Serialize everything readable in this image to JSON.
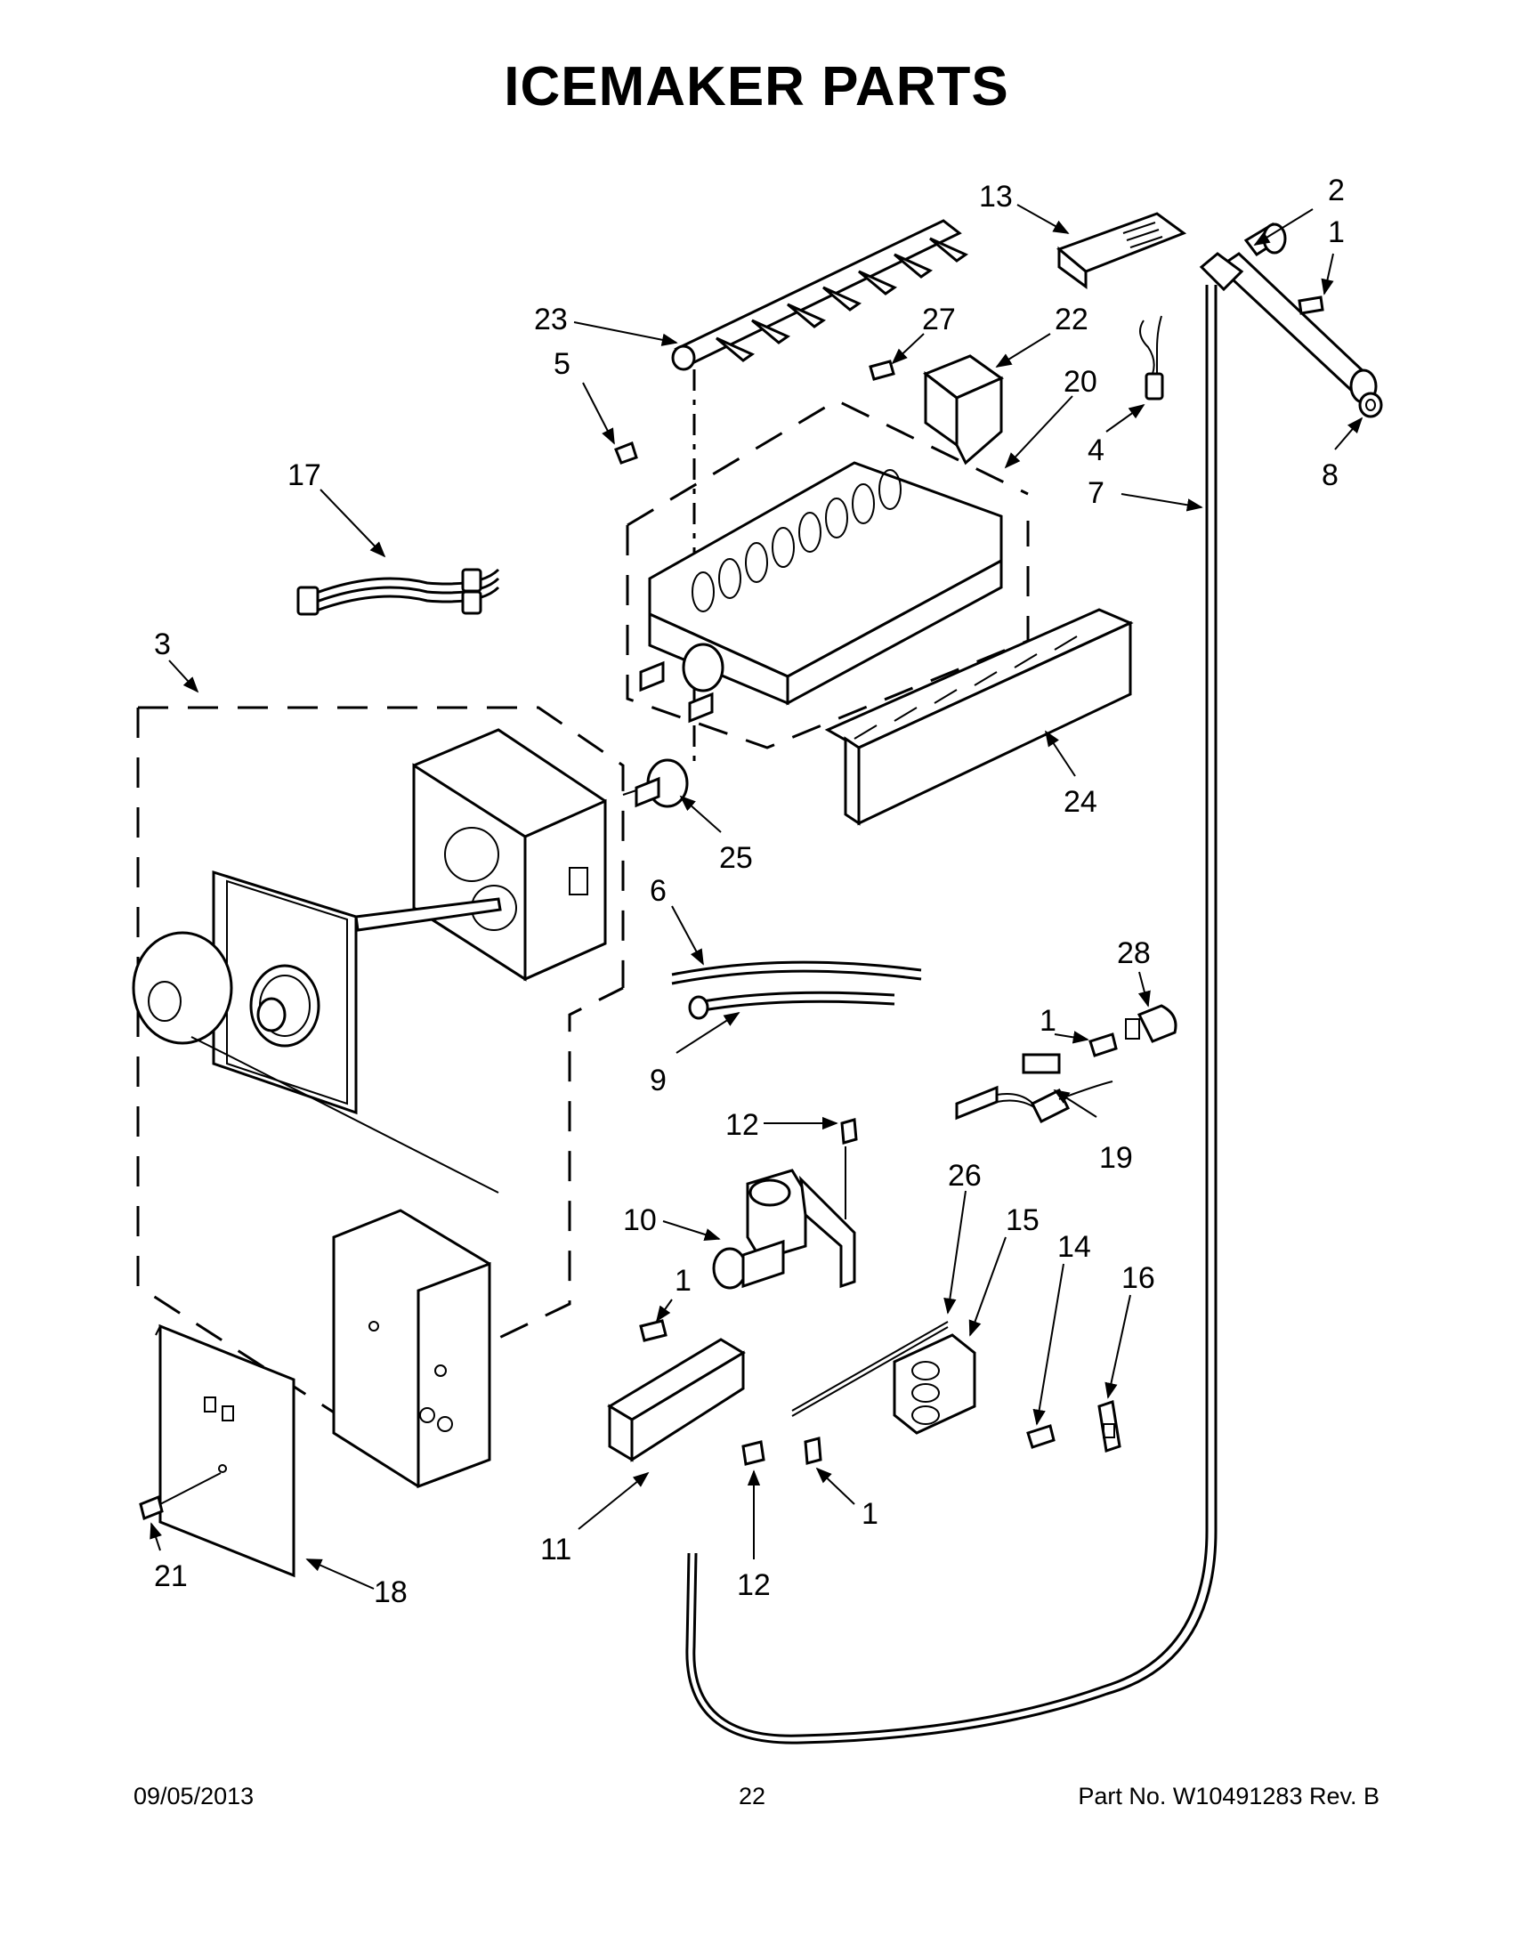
{
  "title": "ICEMAKER PARTS",
  "footer": {
    "date": "09/05/2013",
    "page": "22",
    "part_no": "Part No.  W10491283  Rev.  B"
  },
  "callouts": [
    {
      "id": "c2",
      "text": "2"
    },
    {
      "id": "c1a",
      "text": "1"
    },
    {
      "id": "c13",
      "text": "13"
    },
    {
      "id": "c23",
      "text": "23"
    },
    {
      "id": "c27",
      "text": "27"
    },
    {
      "id": "c22",
      "text": "22"
    },
    {
      "id": "c5",
      "text": "5"
    },
    {
      "id": "c20",
      "text": "20"
    },
    {
      "id": "c4",
      "text": "4"
    },
    {
      "id": "c8",
      "text": "8"
    },
    {
      "id": "c7",
      "text": "7"
    },
    {
      "id": "c17",
      "text": "17"
    },
    {
      "id": "c3",
      "text": "3"
    },
    {
      "id": "c24",
      "text": "24"
    },
    {
      "id": "c25",
      "text": "25"
    },
    {
      "id": "c6",
      "text": "6"
    },
    {
      "id": "c28",
      "text": "28"
    },
    {
      "id": "c1b",
      "text": "1"
    },
    {
      "id": "c9",
      "text": "9"
    },
    {
      "id": "c12a",
      "text": "12"
    },
    {
      "id": "c19",
      "text": "19"
    },
    {
      "id": "c26",
      "text": "26"
    },
    {
      "id": "c10",
      "text": "10"
    },
    {
      "id": "c15",
      "text": "15"
    },
    {
      "id": "c14",
      "text": "14"
    },
    {
      "id": "c16",
      "text": "16"
    },
    {
      "id": "c1c",
      "text": "1"
    },
    {
      "id": "c1d",
      "text": "1"
    },
    {
      "id": "c11",
      "text": "11"
    },
    {
      "id": "c12b",
      "text": "12"
    },
    {
      "id": "c21",
      "text": "21"
    },
    {
      "id": "c18",
      "text": "18"
    }
  ]
}
